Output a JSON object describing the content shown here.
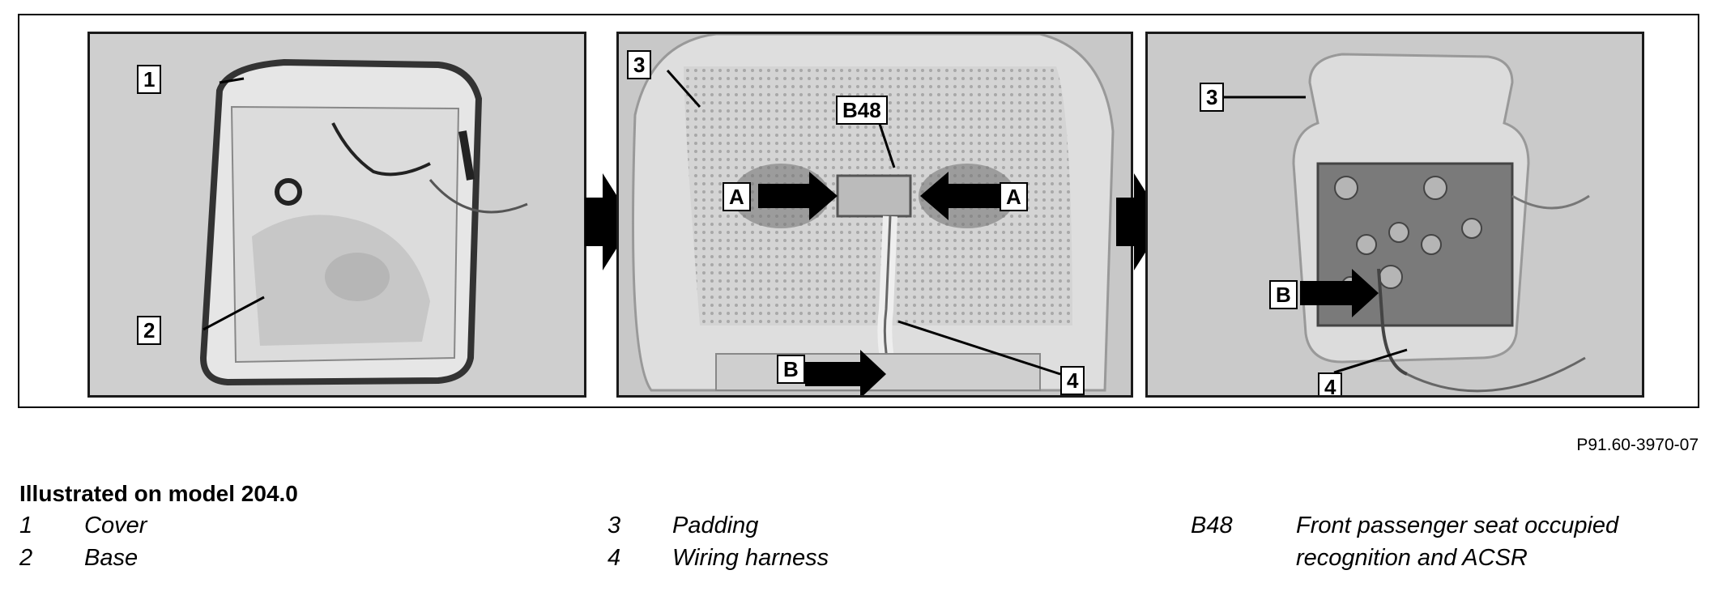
{
  "figure": {
    "id": "P91.60-3970-07",
    "panels": [
      {
        "callouts": [
          "1",
          "2"
        ]
      },
      {
        "callouts": [
          "3",
          "B48",
          "A",
          "A",
          "B",
          "4"
        ]
      },
      {
        "callouts": [
          "3",
          "B",
          "4"
        ]
      }
    ]
  },
  "legend": {
    "title": "Illustrated on model 204.0",
    "items": [
      {
        "key": "1",
        "text": "Cover"
      },
      {
        "key": "2",
        "text": "Base"
      },
      {
        "key": "3",
        "text": "Padding"
      },
      {
        "key": "4",
        "text": "Wiring harness"
      },
      {
        "key": "B48",
        "text": "Front passenger seat occupied",
        "text2": "recognition and ACSR"
      }
    ]
  }
}
